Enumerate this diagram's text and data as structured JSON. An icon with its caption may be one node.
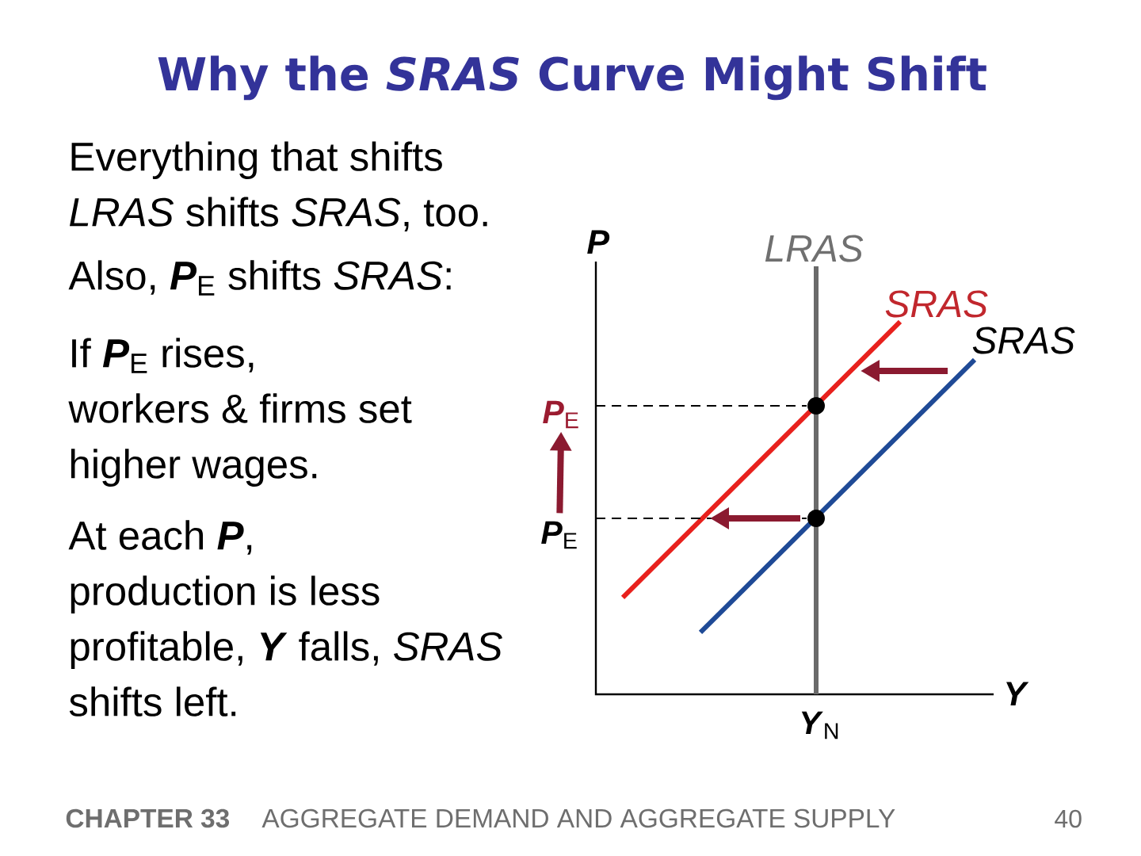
{
  "diagram": {
    "title": "Why the *SRAS* Curve Might Shift",
    "nodes": [
      {
        "text": [
          "**P**$_{E}$"
        ]
      },
      {
        "text": [
          "**P**$_{E}$"
        ]
      }
    ],
    "edges": [
      {
        "from": 1,
        "to": 0,
        "arrow": "to"
      }
    ],
    "labels": [
      "Everything that shifts *LRAS* shifts *SRAS*, too.",
      "Also, **P**$_{E}$ shifts *SRAS*:",
      "If **P**$_{E}$ rises, workers & firms set higher wages.",
      "At each **P**, production is less profitable, **Y** falls, *SRAS* shifts left.",
      "P",
      "LRAS",
      "SRAS",
      "SRAS",
      "**Y**$_{N}$",
      "Y",
      "CHAPTER 33",
      "AGGREGATE DEMAND AND AGGREGATE SUPPLY",
      "40"
    ]
  }
}
